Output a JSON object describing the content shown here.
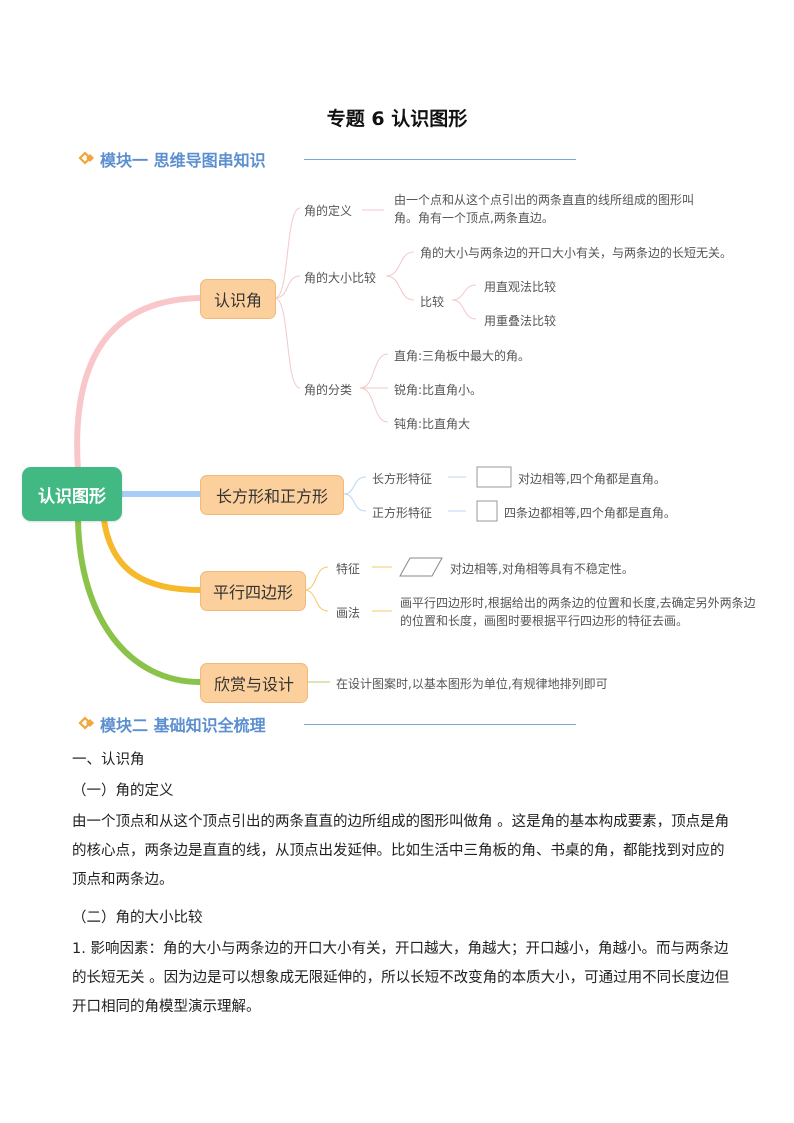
{
  "title": "专题 6  认识图形",
  "module1": {
    "heading": "模块一  思维导图串知识"
  },
  "mindmap": {
    "root": "认识图形",
    "branch_angle": {
      "label": "认识角",
      "definition_label": "角的定义",
      "definition_text": "由一个点和从这个点引出的两条直直的线所组成的图形叫角。角有一个顶点,两条直边。",
      "compare_label": "角的大小比较",
      "compare_rule": "角的大小与两条边的开口大小有关，与两条边的长短无关。",
      "compare_method_label": "比较",
      "compare_method_1": "用直观法比较",
      "compare_method_2": "用重叠法比较",
      "types_label": "角的分类",
      "type_right": "直角:三角板中最大的角。",
      "type_acute": "锐角:比直角小。",
      "type_obtuse": "钝角:比直角大"
    },
    "branch_rect": {
      "label": "长方形和正方形",
      "rect_label": "长方形特征",
      "rect_text": "对边相等,四个角都是直角。",
      "square_label": "正方形特征",
      "square_text": "四条边都相等,四个角都是直角。"
    },
    "branch_parallelogram": {
      "label": "平行四边形",
      "feature_label": "特征",
      "feature_text": "对边相等,对角相等具有不稳定性。",
      "draw_label": "画法",
      "draw_text": "画平行四边形时,根据给出的两条边的位置和长度,去确定另外两条边的位置和长度，画图时要根据平行四边形的特征去画。"
    },
    "branch_design": {
      "label": "欣赏与设计",
      "text": "在设计图案时,以基本图形为单位,有规律地排列即可"
    }
  },
  "module2": {
    "heading": "模块二  基础知识全梳理"
  },
  "content": {
    "section1": "一、认识角",
    "sub1": "（一）角的定义",
    "p1": "由一个顶点和从这个顶点引出的两条直直的边所组成的图形叫做角  。这是角的基本构成要素，顶点是角的核心点，两条边是直直的线，从顶点出发延伸。比如生活中三角板的角、书桌的角，都能找到对应的顶点和两条边。",
    "sub2": "（二）角的大小比较",
    "p2": "1. 影响因素：角的大小与两条边的开口大小有关，开口越大，角越大；开口越小，角越小。而与两条边的长短无关  。因为边是可以想象成无限延伸的，所以长短不改变角的本质大小，可通过用不同长度边但开口相同的角模型演示理解。"
  },
  "colors": {
    "accent_blue": "#5b8fd0",
    "root_green": "#42b883",
    "branch_pink": "#f9c6c9",
    "branch_blue": "#a9cdf5",
    "branch_yellow": "#f6b92c",
    "branch_green": "#8bc34a",
    "node_fill": "#fcd09c"
  }
}
